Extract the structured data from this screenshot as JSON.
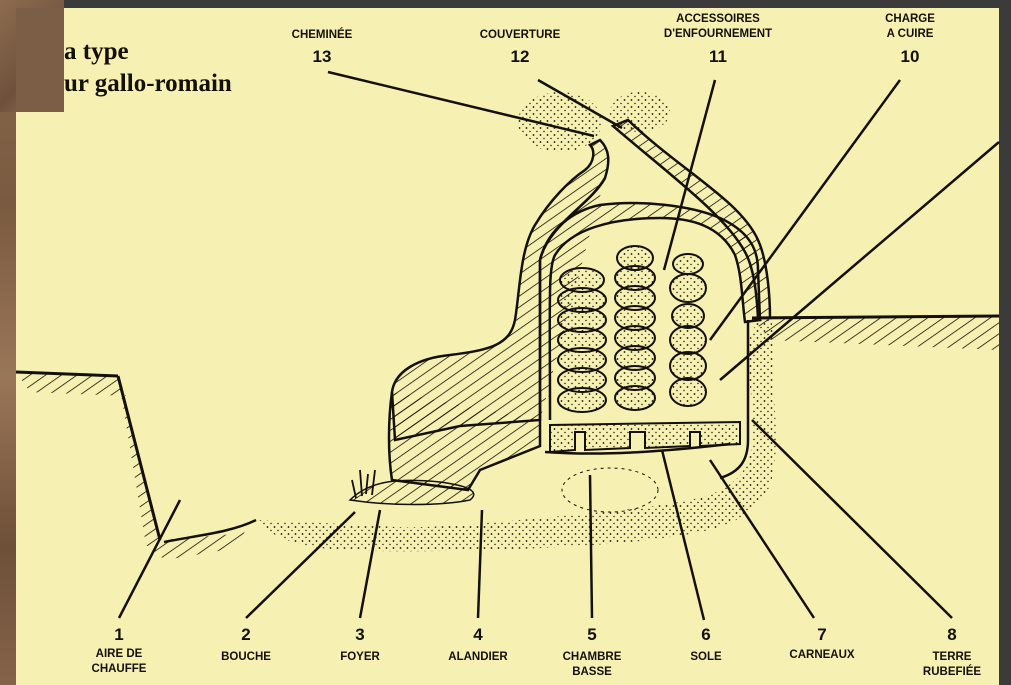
{
  "title": [
    "a type",
    "ur gallo-romain"
  ],
  "labels": [
    {
      "num": "1",
      "lines": [
        "AIRE DE",
        "CHAUFFE"
      ]
    },
    {
      "num": "2",
      "lines": [
        "BOUCHE"
      ]
    },
    {
      "num": "3",
      "lines": [
        "FOYER"
      ]
    },
    {
      "num": "4",
      "lines": [
        "ALANDIER"
      ]
    },
    {
      "num": "5",
      "lines": [
        "CHAMBRE",
        "BASSE"
      ]
    },
    {
      "num": "6",
      "lines": [
        "SOLE"
      ]
    },
    {
      "num": "7",
      "lines": [
        "CARNEAUX"
      ]
    },
    {
      "num": "8",
      "lines": [
        "TERRE",
        "RUBEFIÉE"
      ]
    },
    {
      "num": "10",
      "lines": [
        "CHARGE",
        "A CUIRE"
      ]
    },
    {
      "num": "11",
      "lines": [
        "ACCESSOIRES",
        "D'ENFOURNEMENT"
      ]
    },
    {
      "num": "12",
      "lines": [
        "COUVERTURE"
      ]
    },
    {
      "num": "13",
      "lines": [
        "CHEMINÉE"
      ]
    }
  ],
  "colors": {
    "paper": "#f6f1b2",
    "ink": "#141008",
    "frame": "#3a3a3a",
    "stone": "#7c5d45"
  }
}
